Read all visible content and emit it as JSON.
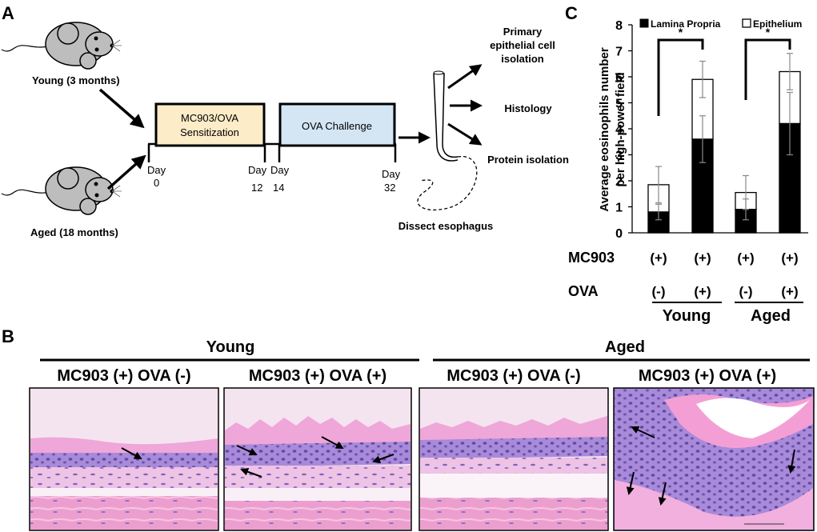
{
  "panels": {
    "a": "A",
    "b": "B",
    "c": "C"
  },
  "panel_a": {
    "young_label": "Young (3 months)",
    "aged_label": "Aged (18 months)",
    "box1_line1": "MC903/OVA",
    "box1_line2": "Sensitization",
    "box2": "OVA Challenge",
    "day_word": "Day",
    "day0": "0",
    "day12": "12",
    "day14": "14",
    "day32": "32",
    "out1_line1": "Primary",
    "out1_line2": "epithelial cell",
    "out1_line3": "isolation",
    "out2": "Histology",
    "out3": "Protein isolation",
    "dissect": "Dissect esophagus"
  },
  "panel_b": {
    "young": "Young",
    "aged": "Aged",
    "titles": [
      "MC903 (+) OVA (-)",
      "MC903 (+) OVA (+)",
      "MC903 (+) OVA (-)",
      "MC903 (+) OVA (+)"
    ]
  },
  "colors": {
    "sensitization_box": "#fdecc8",
    "challenge_box": "#d4e6f4",
    "mouse": "#bdbdbd",
    "tissue_pink": "#e9a3d6",
    "tissue_purple": "#8f7fd0",
    "bar_fill": "#000000"
  },
  "chart_data": {
    "type": "bar",
    "stacked": true,
    "categories": [
      "Young OVA (-)",
      "Young OVA (+)",
      "Aged OVA (-)",
      "Aged OVA (+)"
    ],
    "ylabel": "Average eosinophils number per high-power field",
    "ylim": [
      0,
      8
    ],
    "yticks": [
      0,
      1,
      2,
      3,
      4,
      5,
      6,
      7,
      8
    ],
    "series": [
      {
        "name": "Lamina Propria",
        "values": [
          0.8,
          3.6,
          0.9,
          4.2
        ],
        "errors": [
          0.3,
          0.9,
          0.4,
          1.2
        ]
      },
      {
        "name": "Epithelium",
        "values": [
          1.05,
          2.3,
          0.65,
          2.0
        ],
        "errors": [
          0.7,
          0.7,
          0.65,
          0.7
        ]
      }
    ],
    "legend": "top",
    "significance": [
      {
        "label": "*",
        "between": [
          0,
          1
        ]
      },
      {
        "label": "*",
        "between": [
          2,
          3
        ]
      }
    ],
    "row_labels": {
      "mc903": "MC903",
      "ova": "OVA"
    },
    "mc903_values": [
      "(+)",
      "(+)",
      "(+)",
      "(+)"
    ],
    "ova_values": [
      "(-)",
      "(+)",
      "(-)",
      "(+)"
    ],
    "groups": [
      "Young",
      "Aged"
    ]
  }
}
